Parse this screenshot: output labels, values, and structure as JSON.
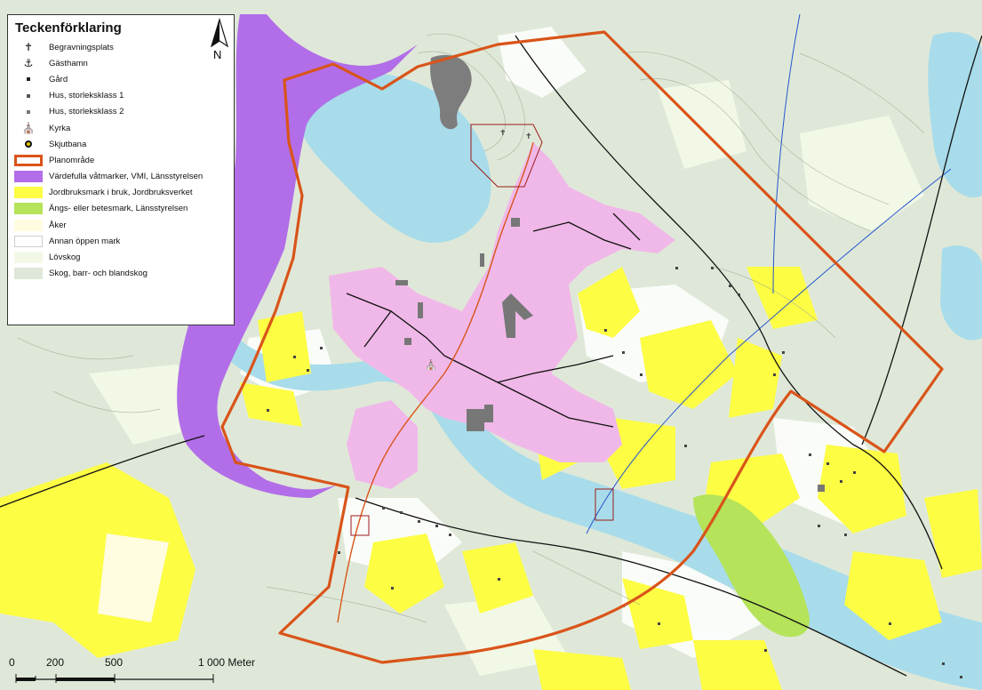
{
  "legend": {
    "title": "Teckenförklaring",
    "items": [
      {
        "label": "Begravningsplats",
        "icon": "cemetery-icon",
        "kind": "glyph",
        "glyph": "✝",
        "color": "#333333"
      },
      {
        "label": "Gästhamn",
        "icon": "harbor-anchor-icon",
        "kind": "glyph",
        "glyph": "⚓",
        "color": "#111111"
      },
      {
        "label": "Gård",
        "icon": "farm-icon",
        "kind": "dot",
        "color": "#222222"
      },
      {
        "label": "Hus, storleksklass 1",
        "icon": "house-size1-icon",
        "kind": "dot",
        "color": "#555555"
      },
      {
        "label": "Hus, storleksklass 2",
        "icon": "house-size2-icon",
        "kind": "dot",
        "color": "#777777"
      },
      {
        "label": "Kyrka",
        "icon": "church-icon",
        "kind": "glyph",
        "glyph": "⛪",
        "color": "#111111"
      },
      {
        "label": "Skjutbana",
        "icon": "shooting-range-icon",
        "kind": "target",
        "color": "#e8c800"
      },
      {
        "label": "Planområde",
        "icon": "plan-area-outline-icon",
        "kind": "outline",
        "color": "#d9541a"
      },
      {
        "label": "Värdefulla våtmarker, VMI, Länsstyrelsen",
        "icon": "wetland-swatch",
        "kind": "fill",
        "color": "#b26ee8"
      },
      {
        "label": "Jordbruksmark i bruk, Jordbruksverket",
        "icon": "farmland-swatch",
        "kind": "fill",
        "color": "#fdfd44"
      },
      {
        "label": "Ängs- eller betesmark, Länsstyrelsen",
        "icon": "meadow-swatch",
        "kind": "fill",
        "color": "#b5e35a"
      },
      {
        "label": "Åker",
        "icon": "field-swatch",
        "kind": "fill",
        "color": "#fffce0"
      },
      {
        "label": "Annan öppen mark",
        "icon": "open-land-swatch",
        "kind": "fill",
        "color": "#ffffff"
      },
      {
        "label": "Lövskog",
        "icon": "deciduous-forest-swatch",
        "kind": "fill",
        "color": "#f2f8e6"
      },
      {
        "label": "Skog, barr- och blandskog",
        "icon": "mixed-forest-swatch",
        "kind": "fill",
        "color": "#dfe8d8"
      }
    ]
  },
  "north_arrow": {
    "label": "N"
  },
  "scale_bar": {
    "ticks": [
      "0",
      "200",
      "500",
      "1 000 Meter"
    ]
  },
  "colors": {
    "forest": "#dfe8d8",
    "water": "#a8dcea",
    "wetland": "#b26ee8",
    "farmland": "#fdfd44",
    "meadow": "#b5e35a",
    "urban": "#f0b8e8",
    "plan_outline": "#d9541a",
    "road": "#111111",
    "rail": "#2255cc"
  }
}
